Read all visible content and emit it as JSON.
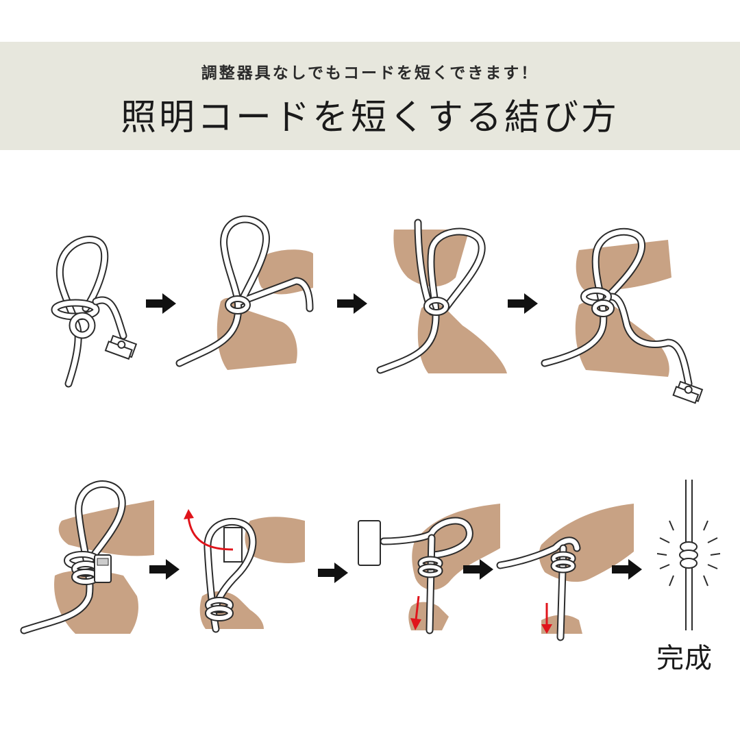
{
  "header": {
    "subtitle": "調整器具なしでもコードを短くできます！",
    "title": "照明コードを短くする結び方",
    "background": "#e7e7dd"
  },
  "diagram": {
    "rows": 2,
    "steps": [
      {
        "index": 1,
        "row": 1,
        "description": "cord-loop-with-ceiling-plug",
        "hands": false
      },
      {
        "index": 2,
        "row": 1,
        "description": "hands-wrap-cord-around-loop",
        "hands": true
      },
      {
        "index": 3,
        "row": 1,
        "description": "hands-hold-knot-and-loop",
        "hands": true
      },
      {
        "index": 4,
        "row": 1,
        "description": "hands-hold-loop-with-plug-end",
        "hands": true
      },
      {
        "index": 5,
        "row": 2,
        "description": "multiple-wraps-with-plug",
        "hands": true
      },
      {
        "index": 6,
        "row": 2,
        "description": "pass-plug-through-loop",
        "hands": true,
        "red_arrow": "curved-up-left"
      },
      {
        "index": 7,
        "row": 2,
        "description": "pull-cord-down",
        "hands": true,
        "red_arrow": "down"
      },
      {
        "index": 8,
        "row": 2,
        "description": "tighten-knot",
        "hands": true,
        "red_arrow": "down"
      },
      {
        "index": 9,
        "row": 2,
        "description": "finished-knot",
        "hands": false
      }
    ],
    "completion_label": "完成",
    "colors": {
      "skin": "#c8a284",
      "cord_outline": "#2b2b2b",
      "cord_fill": "#ffffff",
      "step_arrow": "#111111",
      "action_arrow": "#e0141b"
    }
  }
}
